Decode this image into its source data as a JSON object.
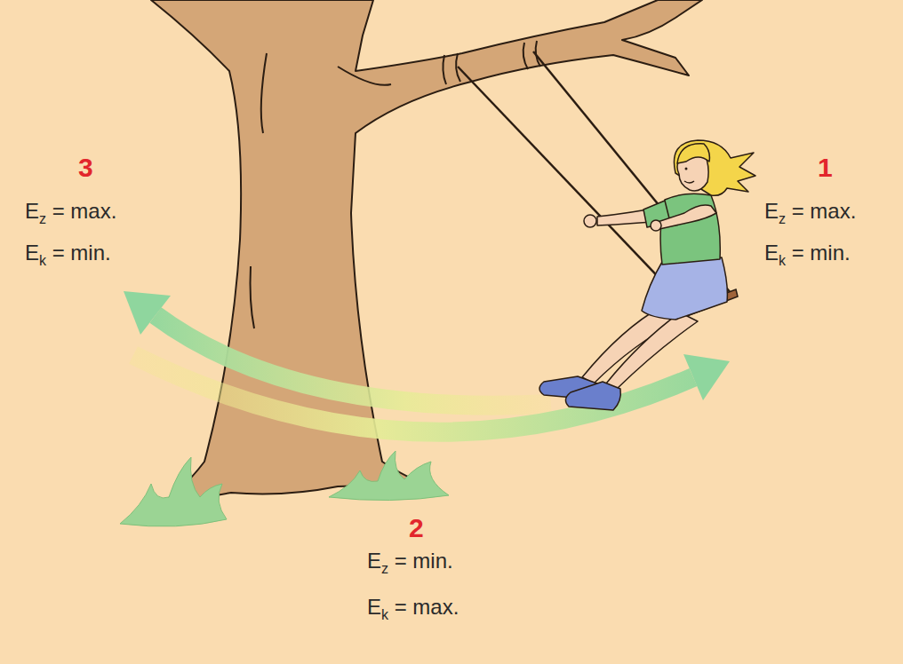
{
  "diagram": {
    "labels": [
      "3",
      "Ez = max.",
      "Ek = min.",
      "1",
      "Ez = max.",
      "Ek = min.",
      "2",
      "Ez = min.",
      "Ek = max."
    ]
  }
}
